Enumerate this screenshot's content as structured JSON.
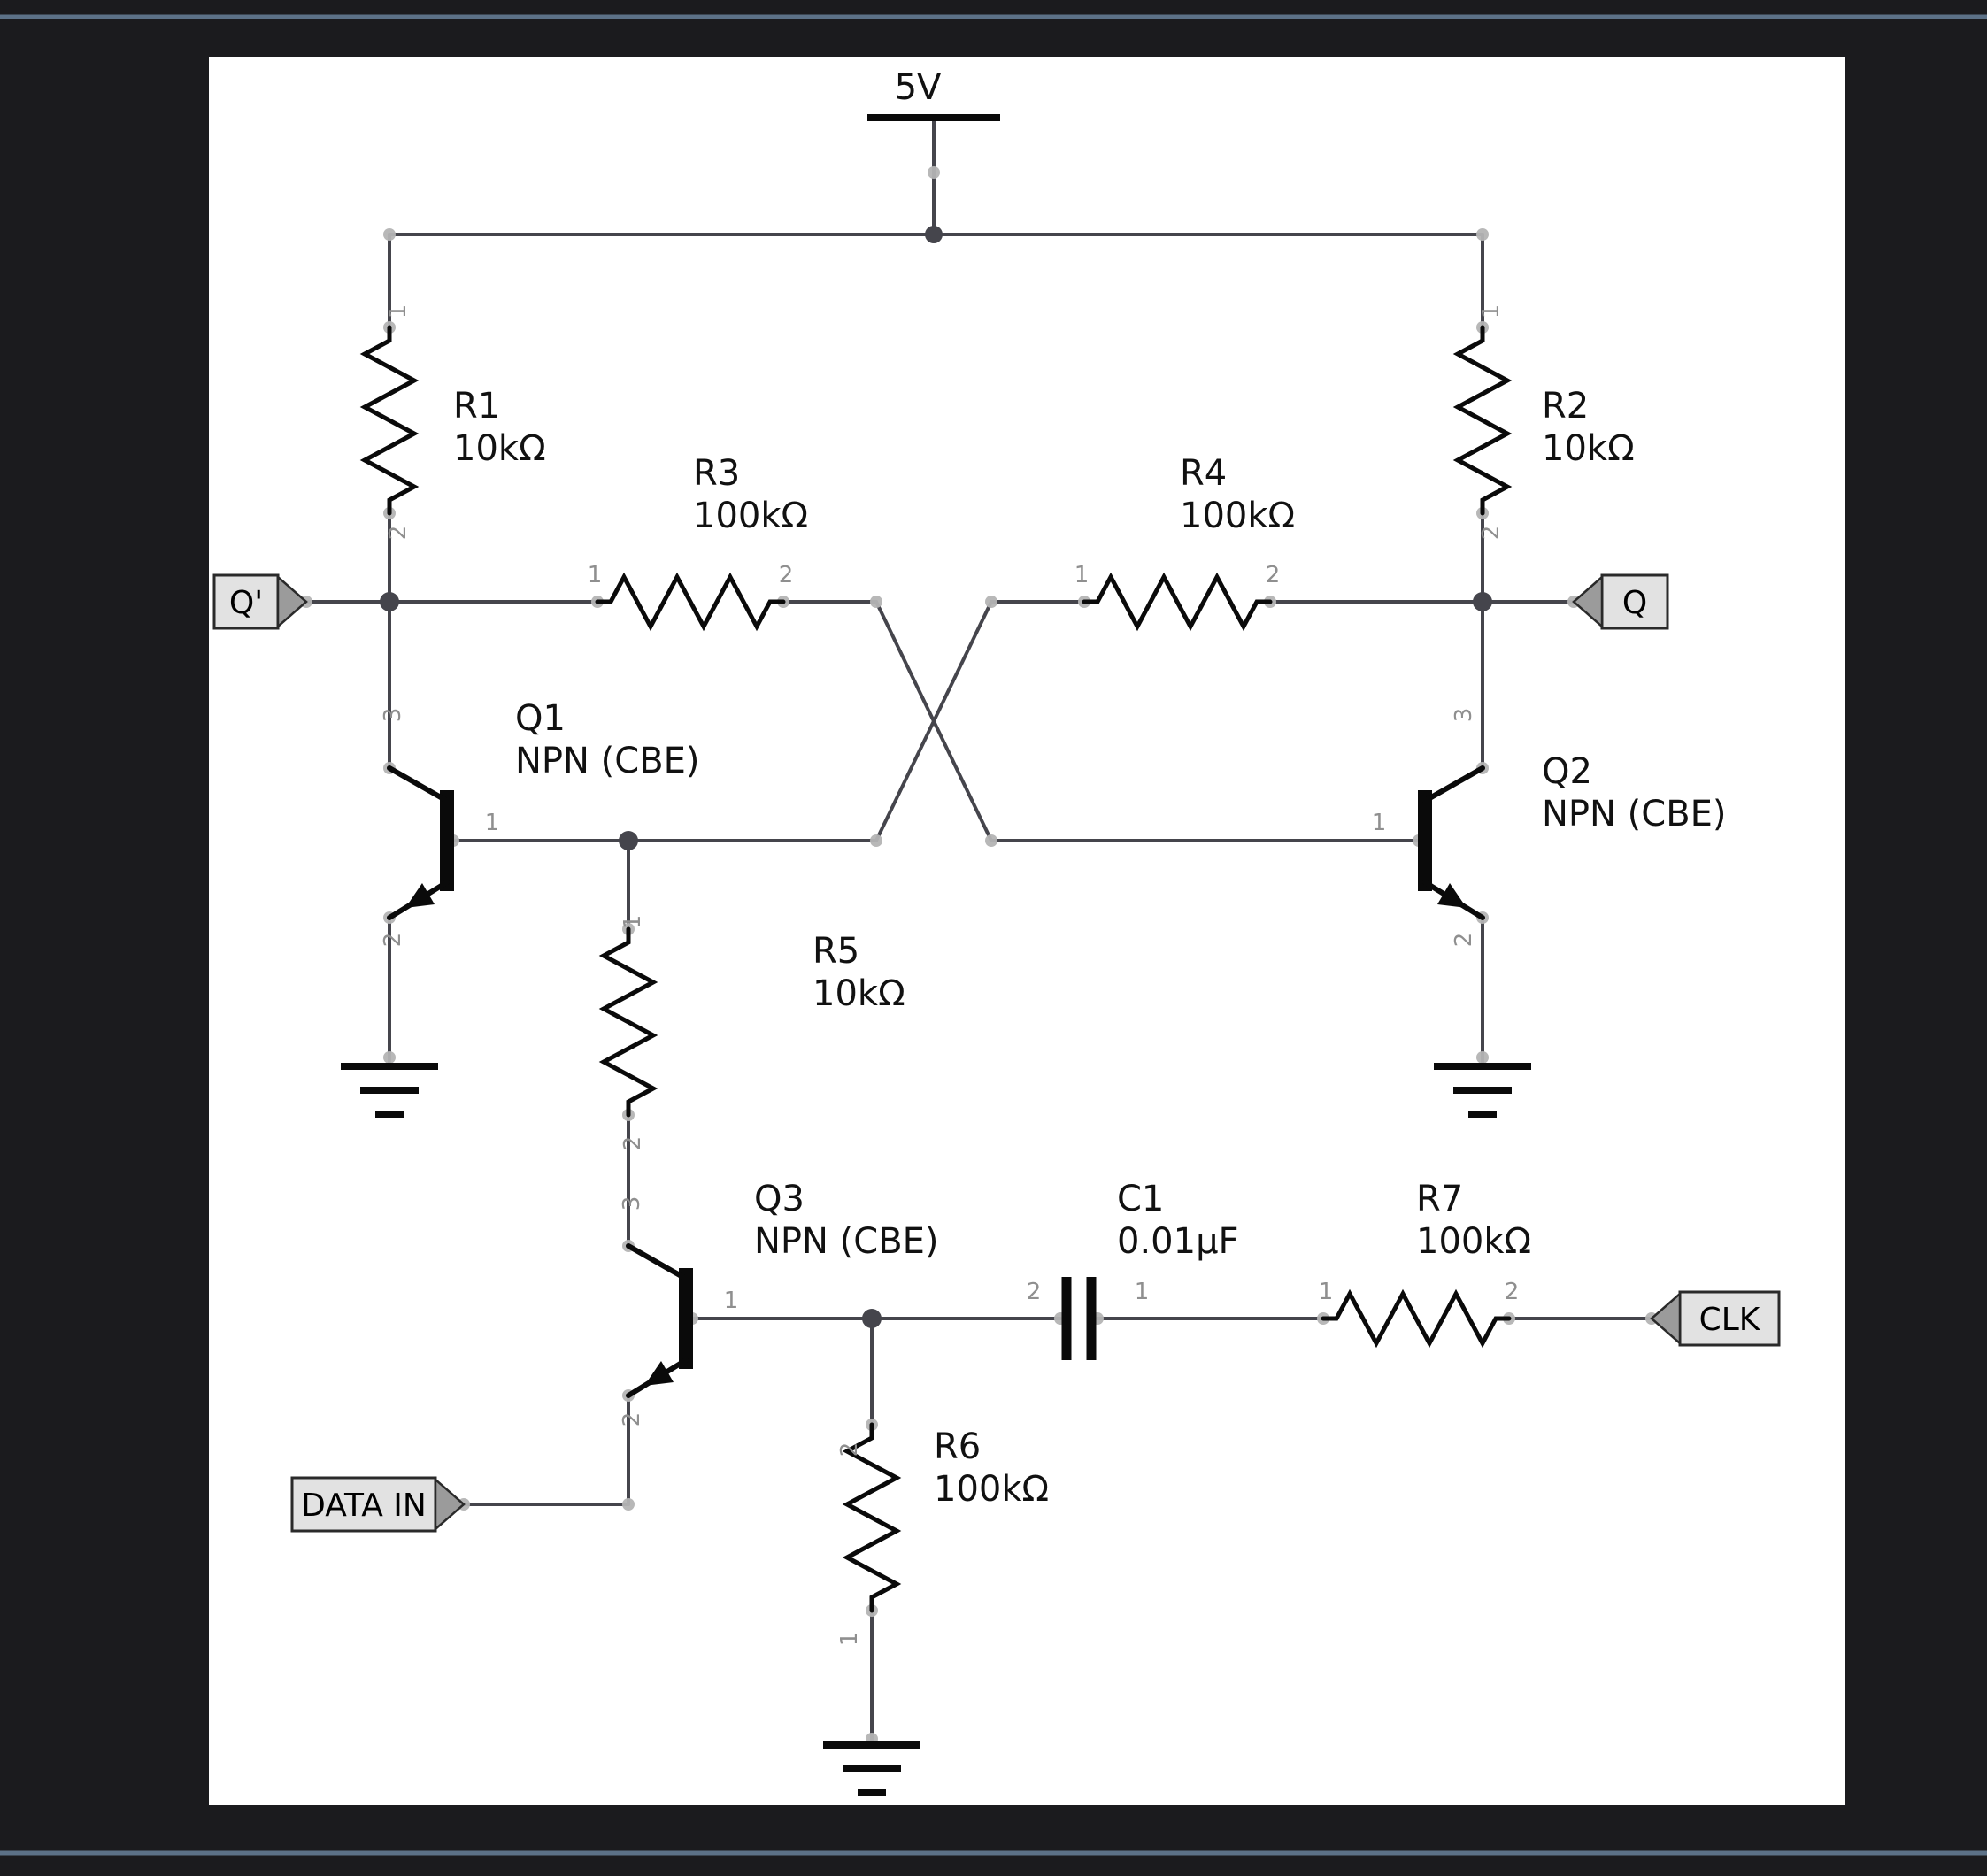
{
  "colors": {
    "outer-bg": "#1b1b1e",
    "canvas-bg": "#ffffff",
    "wire": "#45454c",
    "symbol": "#0a0a0a",
    "pin-dot": "#b4b4b4",
    "pin-text": "#8f8f8f",
    "label-text": "#111111",
    "port-fill": "#e2e2e2",
    "port-arrow": "#9b9b9b",
    "port-border": "#2a2a2a",
    "accent-line": "#5c7187"
  },
  "power": {
    "label": "5V"
  },
  "components": {
    "r1": {
      "ref": "R1",
      "value": "10kΩ"
    },
    "r2": {
      "ref": "R2",
      "value": "10kΩ"
    },
    "r3": {
      "ref": "R3",
      "value": "100kΩ"
    },
    "r4": {
      "ref": "R4",
      "value": "100kΩ"
    },
    "r5": {
      "ref": "R5",
      "value": "10kΩ"
    },
    "r6": {
      "ref": "R6",
      "value": "100kΩ"
    },
    "r7": {
      "ref": "R7",
      "value": "100kΩ"
    },
    "c1": {
      "ref": "C1",
      "value": "0.01µF"
    },
    "q1": {
      "ref": "Q1",
      "value": "NPN (CBE)"
    },
    "q2": {
      "ref": "Q2",
      "value": "NPN (CBE)"
    },
    "q3": {
      "ref": "Q3",
      "value": "NPN (CBE)"
    }
  },
  "ports": {
    "q_bar": {
      "label": "Q'"
    },
    "q": {
      "label": "Q"
    },
    "clk": {
      "label": "CLK"
    },
    "data_in": {
      "label": "DATA IN"
    }
  },
  "pins": {
    "p1": "1",
    "p2": "2",
    "p3": "3"
  }
}
